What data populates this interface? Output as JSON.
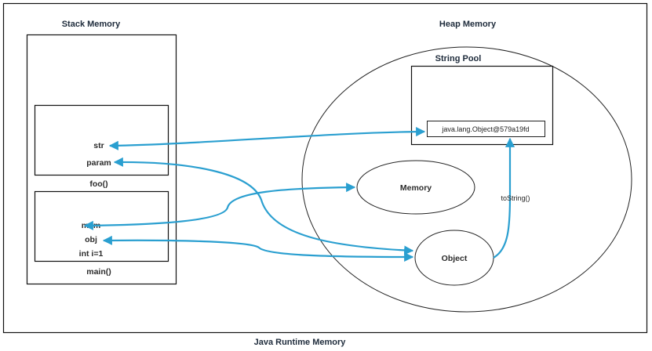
{
  "diagram": {
    "title": "Java Runtime Memory",
    "arrow_color": "#2a9fd0",
    "stack": {
      "title": "Stack Memory",
      "frames": [
        {
          "name": "foo()",
          "vars": [
            "str",
            "param"
          ]
        },
        {
          "name": "main()",
          "vars": [
            "mem",
            "obj",
            "int i=1"
          ]
        }
      ]
    },
    "heap": {
      "title": "Heap Memory",
      "string_pool": {
        "title": "String Pool",
        "entry": "java.lang.Object@579a19fd"
      },
      "objects": [
        "Memory",
        "Object"
      ]
    },
    "edges": [
      {
        "from": "str",
        "to": "java.lang.Object@579a19fd",
        "label": ""
      },
      {
        "from": "param",
        "to": "Object",
        "label": ""
      },
      {
        "from": "mem",
        "to": "Memory",
        "label": ""
      },
      {
        "from": "obj",
        "to": "Object",
        "label": ""
      },
      {
        "from": "Object",
        "to": "java.lang.Object@579a19fd",
        "label": "toString()"
      }
    ]
  }
}
